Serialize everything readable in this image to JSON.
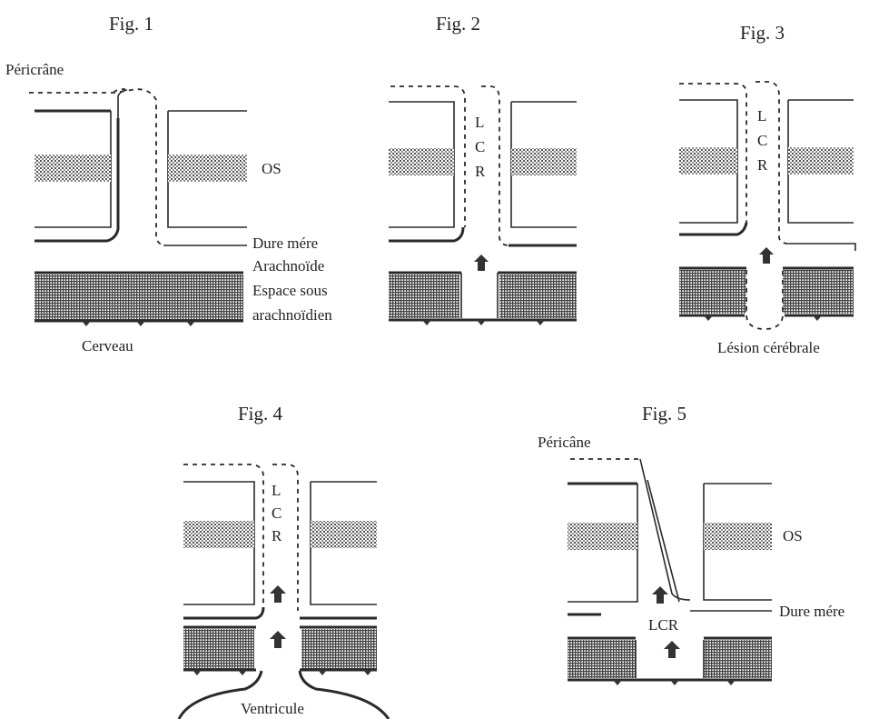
{
  "fig1": {
    "title": "Fig. 1",
    "pericrane": "Péricrâne",
    "os": "OS",
    "dure_mere": "Dure mére",
    "arachnoide": "Arachnoïde",
    "espace_line1": "Espace sous",
    "espace_line2": "arachnoïdien",
    "cerveau": "Cerveau"
  },
  "fig2": {
    "title": "Fig. 2",
    "lcr": [
      "L",
      "C",
      "R"
    ]
  },
  "fig3": {
    "title": "Fig. 3",
    "lcr": [
      "L",
      "C",
      "R"
    ],
    "lesion": "Lésion cérébrale"
  },
  "fig4": {
    "title": "Fig. 4",
    "lcr": [
      "L",
      "C",
      "R"
    ],
    "ventricule": "Ventricule"
  },
  "fig5": {
    "title": "Fig. 5",
    "pericane": "Péricâne",
    "os": "OS",
    "dure_mere": "Dure mére",
    "lcr": "LCR"
  }
}
